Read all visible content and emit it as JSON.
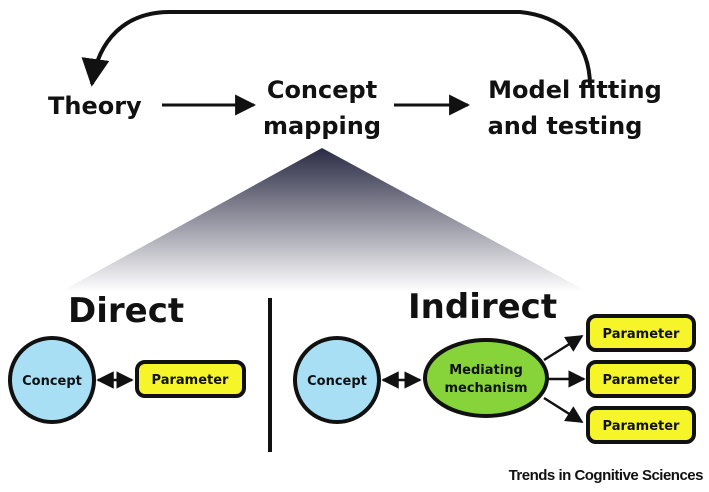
{
  "top": {
    "theory": "Theory",
    "concept_mapping_line1": "Concept",
    "concept_mapping_line2": "mapping",
    "model_line1": "Model fitting",
    "model_line2": "and testing"
  },
  "direct": {
    "heading": "Direct",
    "concept": "Concept",
    "parameter": "Parameter"
  },
  "indirect": {
    "heading": "Indirect",
    "concept": "Concept",
    "mediating_line1": "Mediating",
    "mediating_line2": "mechanism",
    "parameters": [
      "Parameter",
      "Parameter",
      "Parameter"
    ]
  },
  "credit": "Trends in Cognitive Sciences",
  "colors": {
    "concept_fill": "#a8dff5",
    "parameter_fill": "#f5f52a",
    "mechanism_fill": "#86d43a",
    "fan_top": "#2a2a44"
  }
}
